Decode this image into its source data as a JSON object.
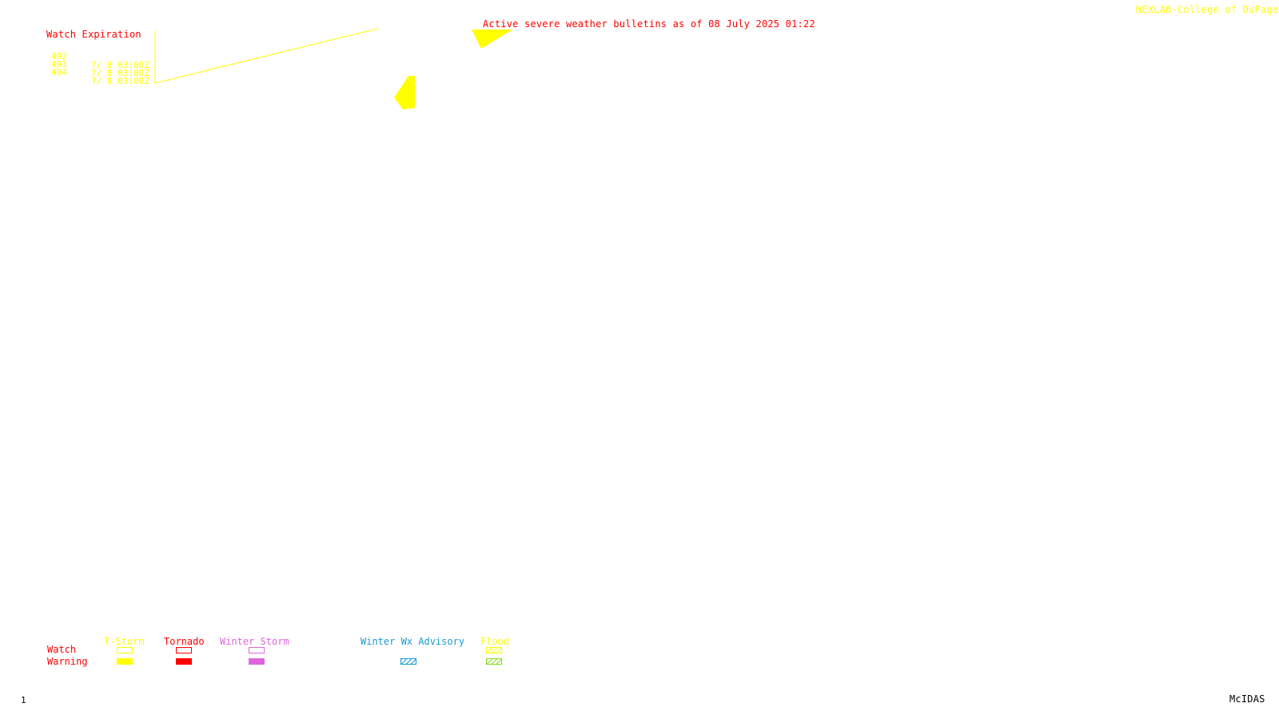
{
  "credit": "NEXLAB-College of DuPage R",
  "bulletin_title": "Active severe weather bulletins as of 08 July 2025 01:22",
  "watch_table": {
    "title": "Watch Expiration",
    "rows": [
      {
        "number": "492",
        "expires": "7/ 8 03:00Z"
      },
      {
        "number": "493",
        "expires": "7/ 8 03:00Z"
      },
      {
        "number": "494",
        "expires": "7/ 8 03:00Z"
      }
    ]
  },
  "legend": {
    "row_labels": {
      "watch": "Watch",
      "warning": "Warning"
    },
    "categories": [
      {
        "label": "T-Storm",
        "color": "#ffff00",
        "warning_style": "solid"
      },
      {
        "label": "Tornado",
        "color": "#ff0000",
        "warning_style": "solid"
      },
      {
        "label": "Winter Storm",
        "color": "#dd66dd",
        "warning_style": "solid"
      },
      {
        "label": "Winter Wx Advisory",
        "color": "#1a9ad6",
        "warning_style": "hatched"
      },
      {
        "label": "Flood",
        "color": "#ffff00",
        "warning_color": "#88dd22",
        "warning_style": "hatched"
      }
    ]
  },
  "footer": {
    "frame_number": "1",
    "software": "McIDAS"
  },
  "colors": {
    "header_red": "#ff0000",
    "watch_yellow": "#ffff00",
    "background": "#ffffff"
  }
}
